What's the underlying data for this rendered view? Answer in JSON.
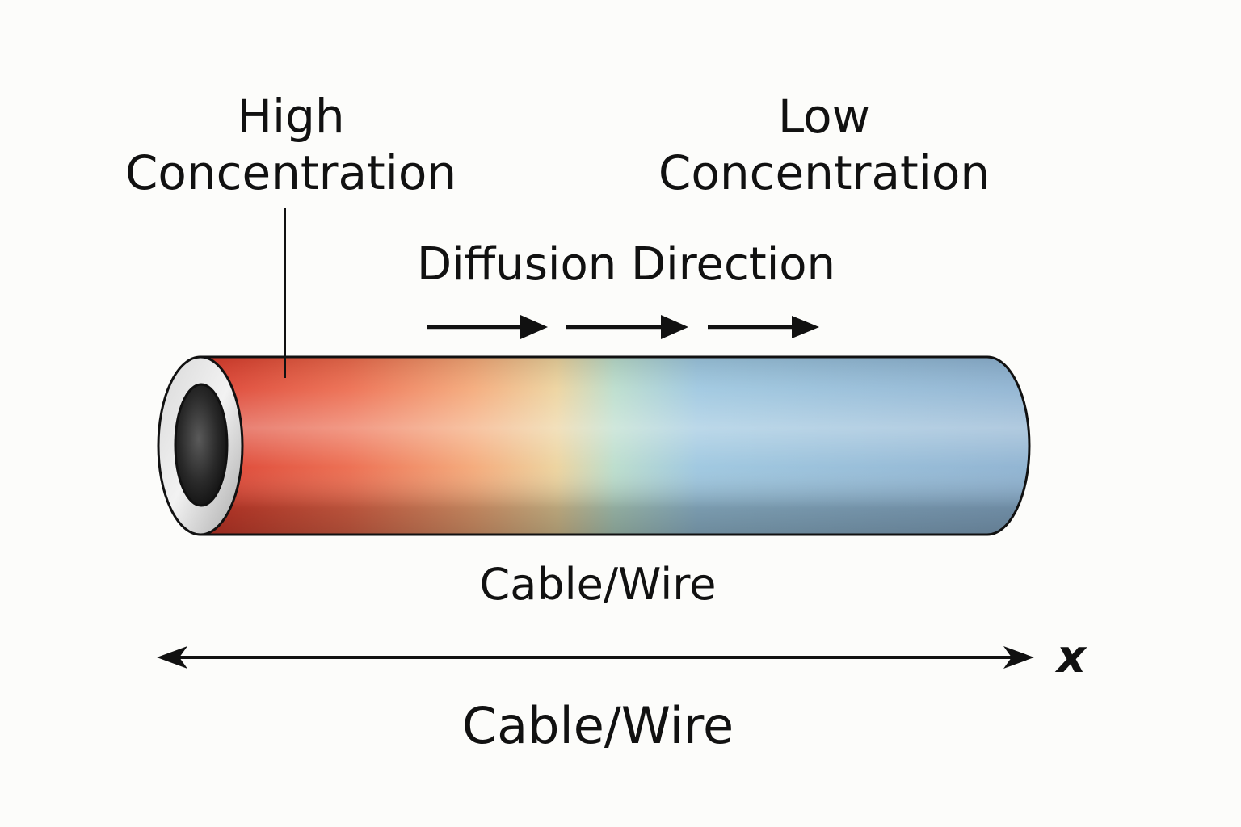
{
  "labels": {
    "high": [
      "High",
      "Concentration"
    ],
    "low": [
      "Low",
      "Concentration"
    ],
    "diffusion_direction": "Diffusion Direction",
    "cable_upper": "Cable/Wire",
    "cable_lower": "Cable/Wire",
    "axis": "x"
  },
  "colors": {
    "high_end": "#d8402e",
    "mid_warm": "#f6b37f",
    "mid_neutral": "#c5dcc5",
    "low_end": "#8fb6d4",
    "outline": "#111111",
    "background": "#fcfcfa"
  },
  "icons": {
    "direction_arrows": [
      "right-arrow-icon",
      "right-arrow-icon",
      "right-arrow-icon"
    ],
    "axis_arrow": "double-headed-arrow-icon"
  }
}
